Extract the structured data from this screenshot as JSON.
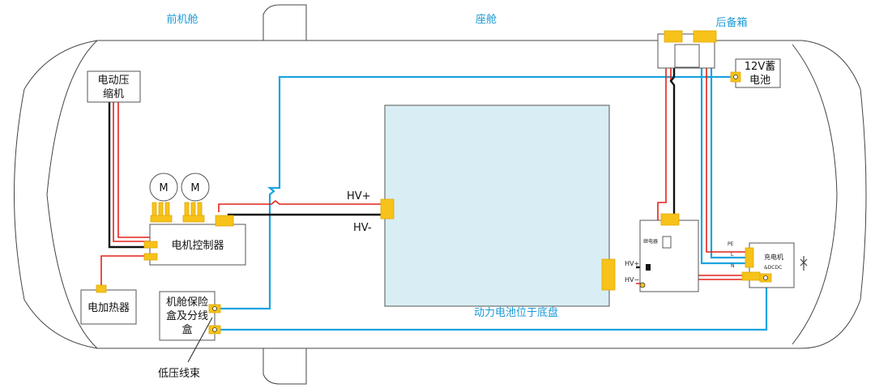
{
  "zones": {
    "front": "前机舱",
    "cabin": "座舱",
    "trunk": "后备箱"
  },
  "components": {
    "compressor": [
      "电动压",
      "缩机"
    ],
    "motor_symbol": "M",
    "controller": "电机控制器",
    "heater": "电加热器",
    "fuse_box": [
      "机舱保险",
      "盒及分线",
      "盒"
    ],
    "battery_12v": [
      "12V蓄",
      "电池"
    ],
    "battery_pack": "动力电池位于底盘",
    "charger": [
      "充电机",
      "&DCDC"
    ],
    "relay_box": "继电器"
  },
  "labels": {
    "hv_plus": "HV+",
    "hv_minus": "HV-",
    "hv_plus_small": "HV+",
    "hv_minus_small": "HV−",
    "low_voltage_harness": "低压线束",
    "charger_pins": [
      "PE",
      "L",
      "N"
    ]
  },
  "colors": {
    "high_voltage_positive": "#e2231a",
    "high_voltage_negative": "#111111",
    "low_voltage": "#1aa3e0",
    "connector": "#f7c21a",
    "battery_fill": "#d8eef4",
    "zone_text": "#1a9ad6"
  }
}
